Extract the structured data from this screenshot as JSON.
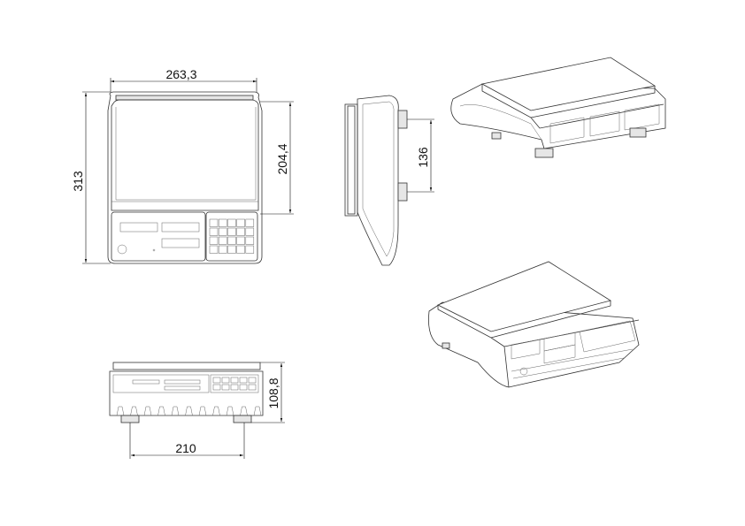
{
  "drawing": {
    "title": "Counting scale dimension drawing",
    "dimensions": {
      "top_width": "263,3",
      "top_depth": "313",
      "platform_depth": "204,4",
      "side_foot_spacing": "136",
      "front_height": "108,8",
      "front_foot_spacing": "210"
    },
    "keypad": {
      "rows": 4,
      "cols": 5
    }
  }
}
